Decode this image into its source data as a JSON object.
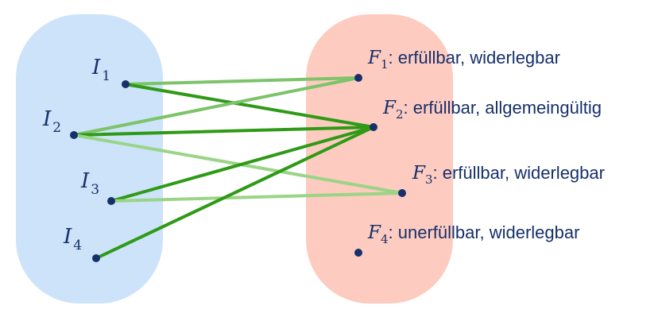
{
  "interpretations": [
    {
      "id": "I1",
      "letter": "I",
      "index": "1"
    },
    {
      "id": "I2",
      "letter": "I",
      "index": "2"
    },
    {
      "id": "I3",
      "letter": "I",
      "index": "3"
    },
    {
      "id": "I4",
      "letter": "I",
      "index": "4"
    }
  ],
  "formulas": [
    {
      "id": "F1",
      "letter": "F",
      "index": "1",
      "text": ": erfüllbar, widerlegbar"
    },
    {
      "id": "F2",
      "letter": "F",
      "index": "2",
      "text": ": erfüllbar, allgemeingültig"
    },
    {
      "id": "F3",
      "letter": "F",
      "index": "3",
      "text": ": erfüllbar, widerlegbar"
    },
    {
      "id": "F4",
      "letter": "F",
      "index": "4",
      "text": ": unerfüllbar, widerlegbar"
    }
  ],
  "edges": [
    {
      "from": "I1",
      "to": "F1",
      "color": "#7cc36a"
    },
    {
      "from": "I1",
      "to": "F2",
      "color": "#2e9a16"
    },
    {
      "from": "I2",
      "to": "F1",
      "color": "#7cc36a"
    },
    {
      "from": "I2",
      "to": "F2",
      "color": "#2e9a16"
    },
    {
      "from": "I2",
      "to": "F3",
      "color": "#9ad487"
    },
    {
      "from": "I3",
      "to": "F2",
      "color": "#2e9a16"
    },
    {
      "from": "I3",
      "to": "F3",
      "color": "#9ad487"
    },
    {
      "from": "I4",
      "to": "F2",
      "color": "#2e9a16"
    }
  ],
  "colors": {
    "left_set": "#cce3f9",
    "right_set": "#fdcbbf",
    "node": "#16306b",
    "label": "#16306b"
  }
}
